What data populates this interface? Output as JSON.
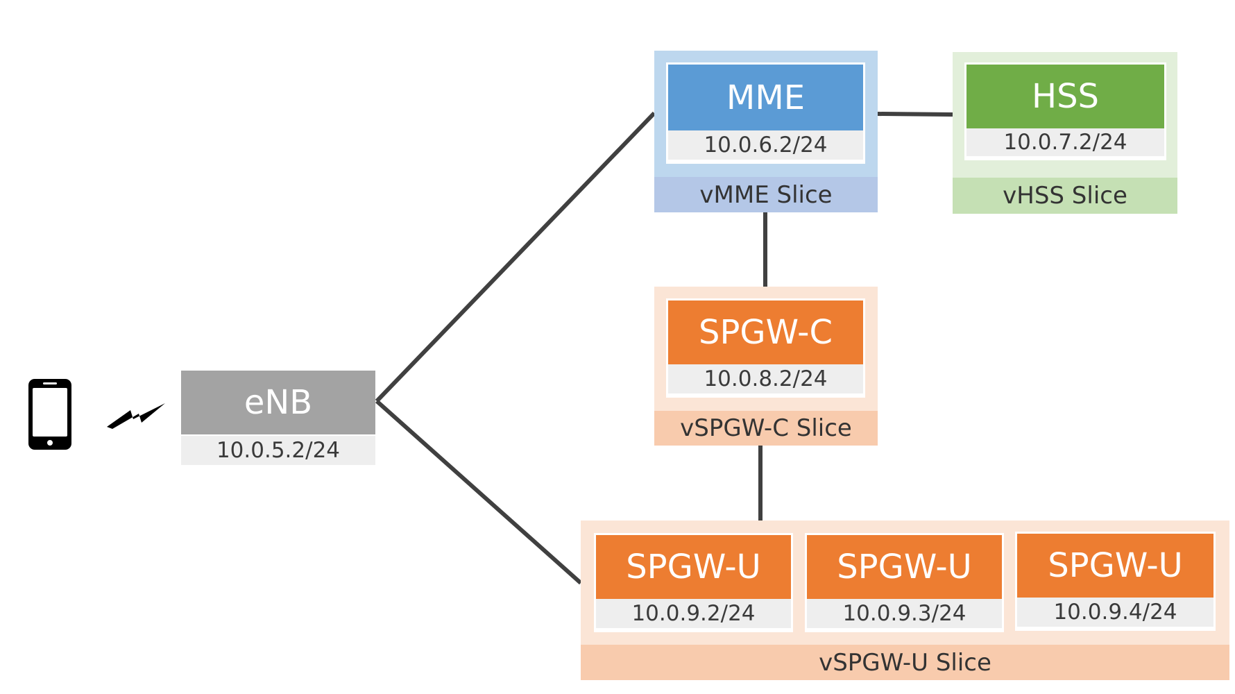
{
  "colors": {
    "mme": "#5b9bd5",
    "mme_slice": "#bdd7ee",
    "mme_slice_label": "#b4c7e7",
    "hss": "#70ad47",
    "hss_slice": "#e2efda",
    "hss_slice_label": "#c5e0b4",
    "spgw": "#ed7d31",
    "spgw_slice": "#fbe5d6",
    "spgw_slice_label": "#f8cbad",
    "enb": "#a5a5a5",
    "link": "#404040"
  },
  "ue": {
    "icon": "smartphone-icon",
    "wireless_icon": "lightning-bolt-icon"
  },
  "enb": {
    "title": "eNB",
    "ip": "10.0.5.2/24"
  },
  "mme": {
    "title": "MME",
    "ip": "10.0.6.2/24",
    "slice": "vMME Slice"
  },
  "hss": {
    "title": "HSS",
    "ip": "10.0.7.2/24",
    "slice": "vHSS Slice"
  },
  "spgwc": {
    "title": "SPGW-C",
    "ip": "10.0.8.2/24",
    "slice": "vSPGW-C Slice"
  },
  "spgwu": {
    "slice": "vSPGW-U Slice",
    "nodes": [
      {
        "title": "SPGW-U",
        "ip": "10.0.9.2/24"
      },
      {
        "title": "SPGW-U",
        "ip": "10.0.9.3/24"
      },
      {
        "title": "SPGW-U",
        "ip": "10.0.9.4/24"
      }
    ]
  }
}
